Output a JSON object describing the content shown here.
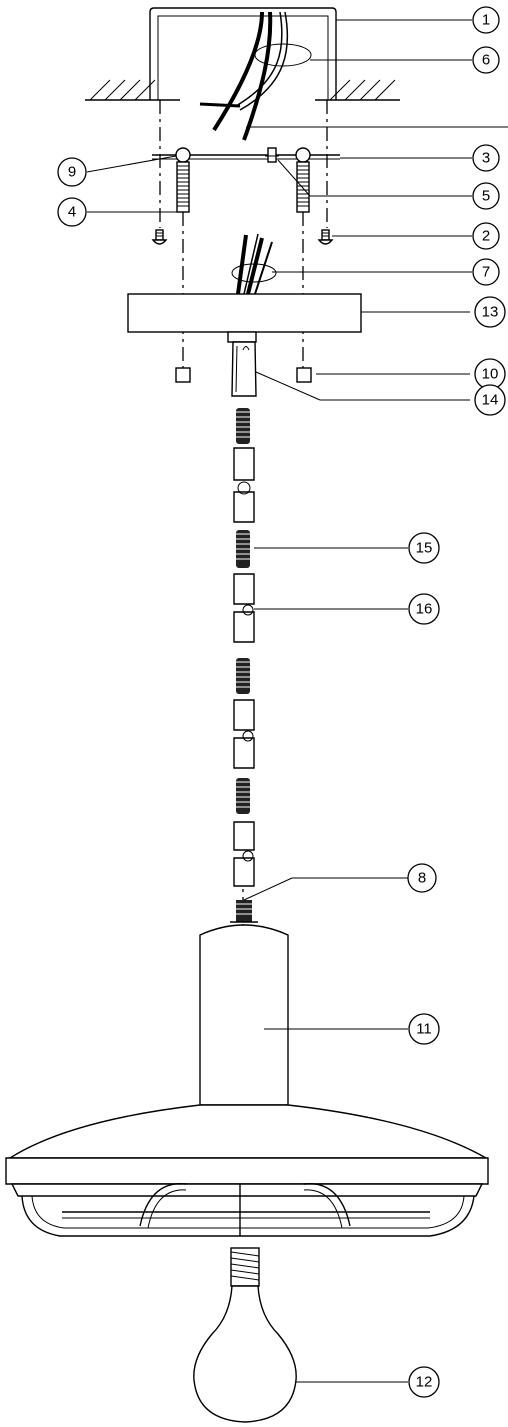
{
  "callouts": [
    {
      "id": "c1",
      "label": "1"
    },
    {
      "id": "c6",
      "label": "6"
    },
    {
      "id": "c3",
      "label": "3"
    },
    {
      "id": "c9",
      "label": "9"
    },
    {
      "id": "c5",
      "label": "5"
    },
    {
      "id": "c4",
      "label": "4"
    },
    {
      "id": "c2",
      "label": "2"
    },
    {
      "id": "c7",
      "label": "7"
    },
    {
      "id": "c13",
      "label": "13"
    },
    {
      "id": "c10",
      "label": "10"
    },
    {
      "id": "c14",
      "label": "14"
    },
    {
      "id": "c15",
      "label": "15"
    },
    {
      "id": "c16",
      "label": "16"
    },
    {
      "id": "c8",
      "label": "8"
    },
    {
      "id": "c11",
      "label": "11"
    },
    {
      "id": "c12",
      "label": "12"
    }
  ]
}
